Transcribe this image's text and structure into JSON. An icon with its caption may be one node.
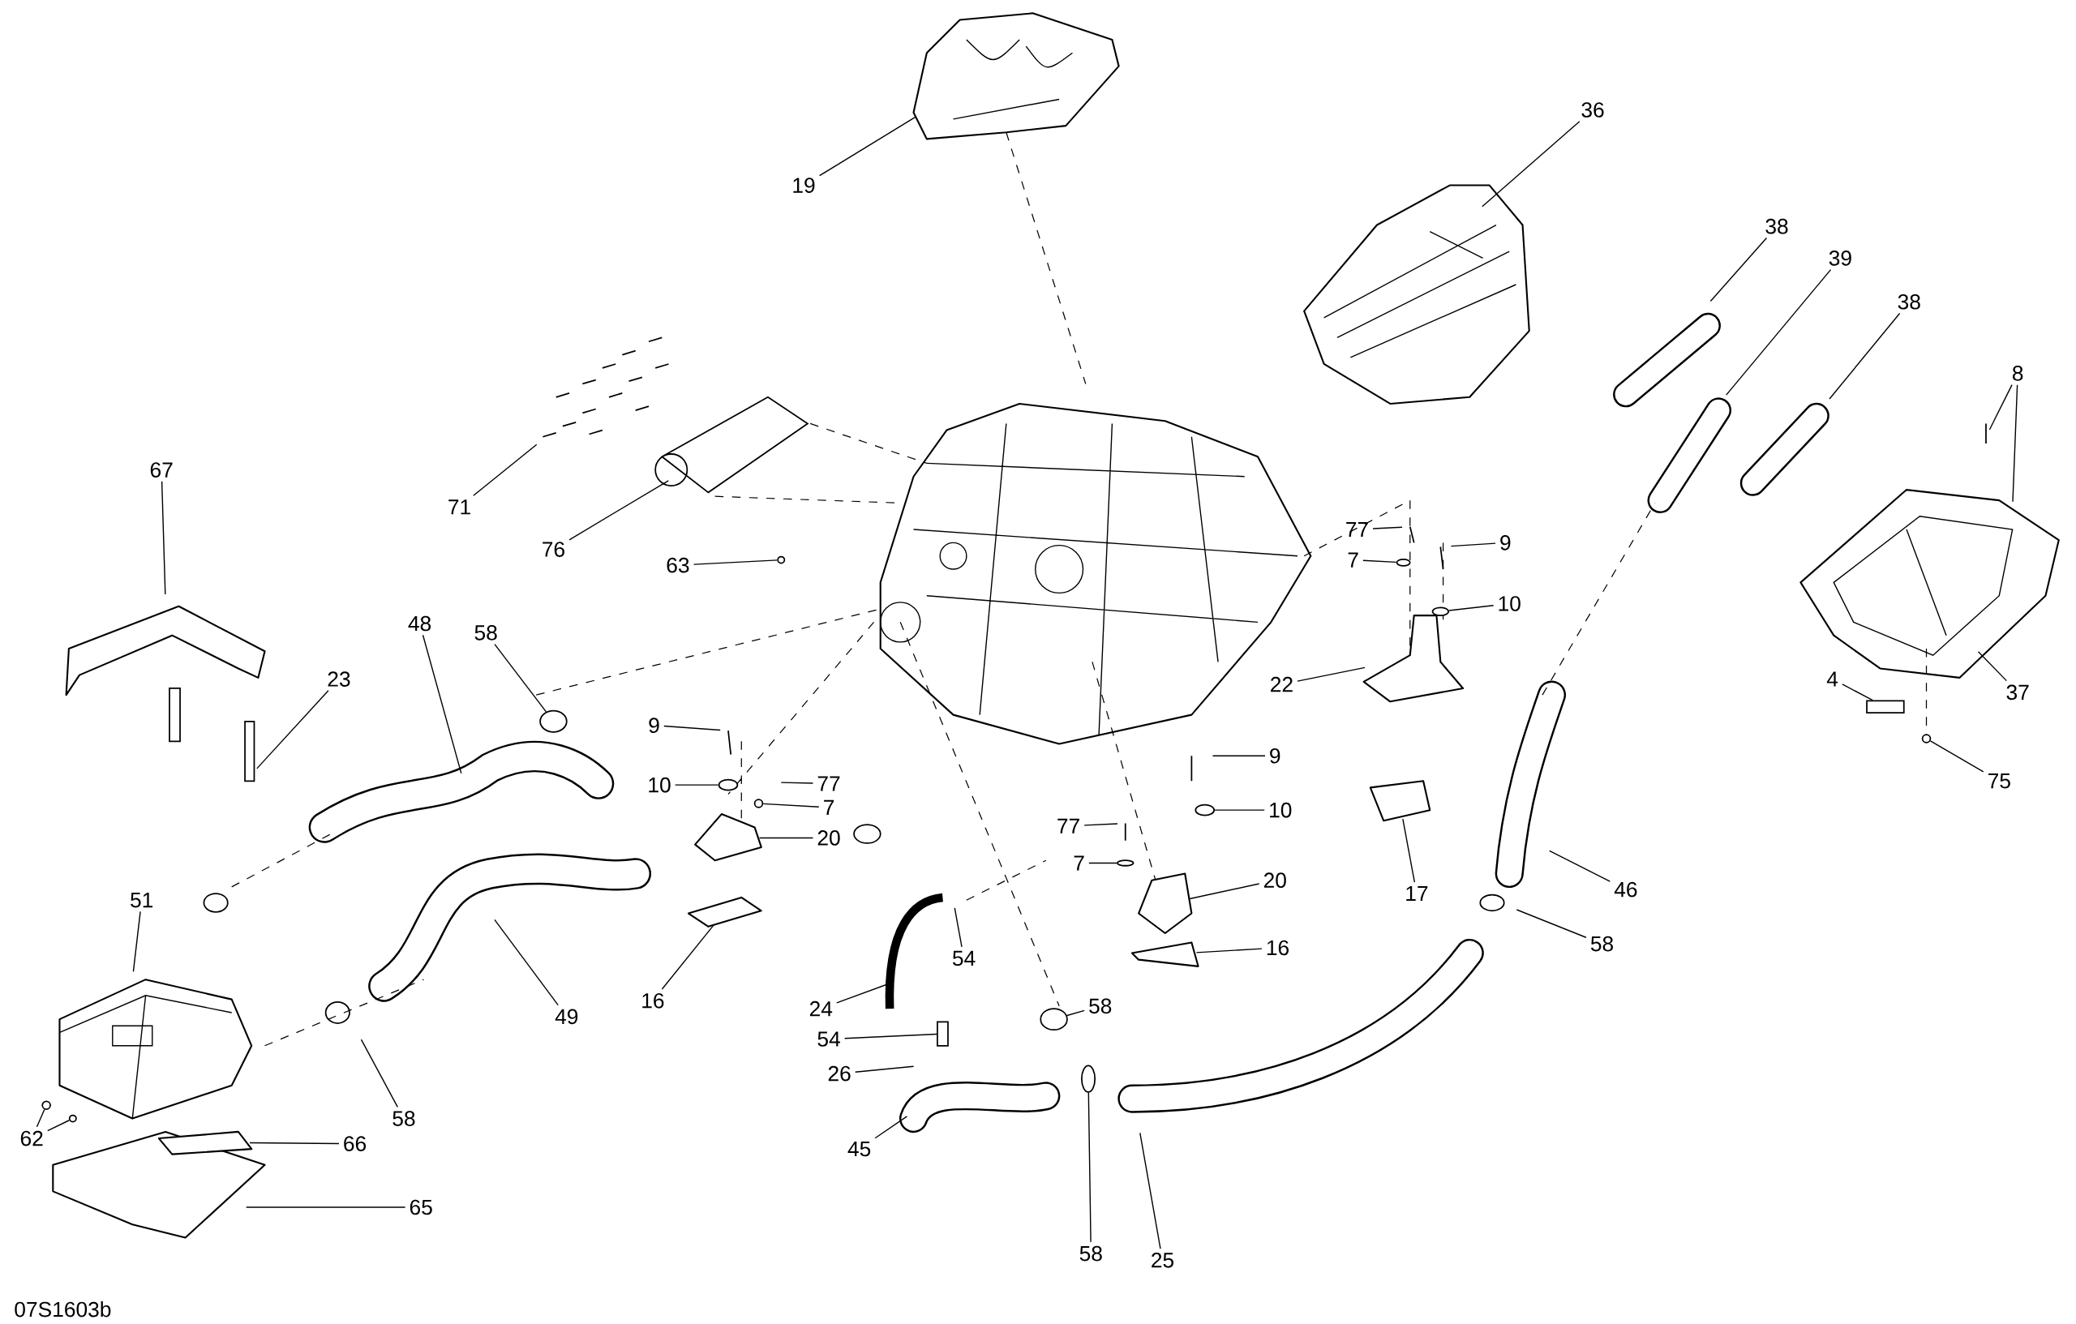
{
  "diagram": {
    "nodes": [
      {
        "text": [
          "36"
        ]
      },
      {
        "text": [
          "19"
        ]
      },
      {
        "text": [
          "38"
        ]
      },
      {
        "text": [
          "39"
        ]
      },
      {
        "text": [
          "38"
        ]
      },
      {
        "text": [
          "8"
        ]
      },
      {
        "text": [
          "67"
        ]
      },
      {
        "text": [
          "71"
        ]
      },
      {
        "text": [
          "77"
        ]
      },
      {
        "text": [
          "9"
        ]
      },
      {
        "text": [
          "76"
        ]
      },
      {
        "text": [
          "7"
        ]
      },
      {
        "text": [
          "63"
        ]
      },
      {
        "text": [
          "10"
        ]
      },
      {
        "text": [
          "48"
        ]
      },
      {
        "text": [
          "58"
        ]
      },
      {
        "text": [
          "4"
        ]
      },
      {
        "text": [
          "23"
        ]
      },
      {
        "text": [
          "22"
        ]
      },
      {
        "text": [
          "37"
        ]
      },
      {
        "text": [
          "9"
        ]
      },
      {
        "text": [
          "9"
        ]
      },
      {
        "text": [
          "75"
        ]
      },
      {
        "text": [
          "10"
        ]
      },
      {
        "text": [
          "77"
        ]
      },
      {
        "text": [
          "7"
        ]
      },
      {
        "text": [
          "10"
        ]
      },
      {
        "text": [
          "77"
        ]
      },
      {
        "text": [
          "20"
        ]
      },
      {
        "text": [
          "7"
        ]
      },
      {
        "text": [
          "20"
        ]
      },
      {
        "text": [
          "46"
        ]
      },
      {
        "text": [
          "51"
        ]
      },
      {
        "text": [
          "17"
        ]
      },
      {
        "text": [
          "58"
        ]
      },
      {
        "text": [
          "16"
        ]
      },
      {
        "text": [
          "54"
        ]
      },
      {
        "text": [
          "16"
        ]
      },
      {
        "text": [
          "58"
        ]
      },
      {
        "text": [
          "24"
        ]
      },
      {
        "text": [
          "49"
        ]
      },
      {
        "text": [
          "54"
        ]
      },
      {
        "text": [
          "26"
        ]
      },
      {
        "text": [
          "58"
        ]
      },
      {
        "text": [
          "62"
        ]
      },
      {
        "text": [
          "66"
        ]
      },
      {
        "text": [
          "45"
        ]
      },
      {
        "text": [
          "65"
        ]
      },
      {
        "text": [
          "58"
        ]
      },
      {
        "text": [
          "25"
        ]
      },
      {
        "text": [],
        "shape": "circle"
      },
      {
        "text": [],
        "shape": "circle"
      },
      {
        "text": [],
        "shape": "circle"
      },
      {
        "text": [],
        "shape": "circle"
      },
      {
        "text": [],
        "shape": "box"
      },
      {
        "text": [],
        "shape": "circle"
      },
      {
        "text": [],
        "shape": "circle"
      },
      {
        "text": [],
        "shape": "circle"
      },
      {
        "text": [],
        "shape": "circle"
      },
      {
        "text": [],
        "shape": "circle"
      },
      {
        "text": [],
        "shape": "box"
      },
      {
        "text": [],
        "shape": "circle"
      },
      {
        "text": [],
        "shape": "circle"
      },
      {
        "text": [],
        "shape": "circle"
      },
      {
        "text": [],
        "shape": "circle"
      },
      {
        "text": [],
        "shape": "plate"
      },
      {
        "text": [],
        "shape": "plate"
      },
      {
        "text": [],
        "shape": "plate"
      },
      {
        "text": [],
        "shape": "mount"
      },
      {
        "text": [],
        "shape": "mount"
      },
      {
        "text": [],
        "shape": "plate"
      },
      {
        "text": [],
        "shape": "mount"
      }
    ],
    "edges": [
      {
        "from": 0,
        "to": null,
        "arrow": "none"
      },
      {
        "from": 1,
        "to": null,
        "arrow": "none"
      },
      {
        "from": 2,
        "to": null,
        "arrow": "none"
      },
      {
        "from": 3,
        "to": null,
        "arrow": "none"
      },
      {
        "from": 4,
        "to": null,
        "arrow": "none"
      },
      {
        "from": 5,
        "to": null,
        "arrow": "none"
      },
      {
        "from": 5,
        "to": null,
        "arrow": "none"
      },
      {
        "from": 6,
        "to": null,
        "arrow": "none"
      },
      {
        "from": 7,
        "to": null,
        "arrow": "none"
      },
      {
        "from": 8,
        "to": null,
        "arrow": "none"
      },
      {
        "from": 9,
        "to": null,
        "arrow": "none"
      },
      {
        "from": 10,
        "to": null,
        "arrow": "none"
      },
      {
        "from": 11,
        "to": 51,
        "arrow": "none"
      },
      {
        "from": 12,
        "to": 50,
        "arrow": "none"
      },
      {
        "from": 13,
        "to": 52,
        "arrow": "none"
      },
      {
        "from": 14,
        "to": null,
        "arrow": "none"
      },
      {
        "from": 15,
        "to": 53,
        "arrow": "none"
      },
      {
        "from": 16,
        "to": 54,
        "arrow": "none"
      },
      {
        "from": 17,
        "to": null,
        "arrow": "none"
      },
      {
        "from": 18,
        "to": 71,
        "arrow": "none"
      },
      {
        "from": 19,
        "to": null,
        "arrow": "none"
      },
      {
        "from": 20,
        "to": null,
        "arrow": "none"
      },
      {
        "from": 21,
        "to": null,
        "arrow": "none"
      },
      {
        "from": 22,
        "to": 55,
        "arrow": "none"
      },
      {
        "from": 23,
        "to": 56,
        "arrow": "none"
      },
      {
        "from": 24,
        "to": null,
        "arrow": "none"
      },
      {
        "from": 25,
        "to": 64,
        "arrow": "none"
      },
      {
        "from": 26,
        "to": 57,
        "arrow": "none"
      },
      {
        "from": 27,
        "to": null,
        "arrow": "none"
      },
      {
        "from": 28,
        "to": 68,
        "arrow": "none"
      },
      {
        "from": 29,
        "to": 58,
        "arrow": "none"
      },
      {
        "from": 30,
        "to": 69,
        "arrow": "none"
      },
      {
        "from": 31,
        "to": null,
        "arrow": "none"
      },
      {
        "from": 32,
        "to": null,
        "arrow": "none"
      },
      {
        "from": 33,
        "to": 70,
        "arrow": "none"
      },
      {
        "from": 34,
        "to": null,
        "arrow": "none"
      },
      {
        "from": 35,
        "to": 65,
        "arrow": "none"
      },
      {
        "from": 36,
        "to": null,
        "arrow": "none"
      },
      {
        "from": 37,
        "to": 66,
        "arrow": "none"
      },
      {
        "from": 38,
        "to": 59,
        "arrow": "none"
      },
      {
        "from": 39,
        "to": null,
        "arrow": "none"
      },
      {
        "from": 40,
        "to": null,
        "arrow": "none"
      },
      {
        "from": 41,
        "to": 60,
        "arrow": "none"
      },
      {
        "from": 42,
        "to": null,
        "arrow": "none"
      },
      {
        "from": 43,
        "to": null,
        "arrow": "none"
      },
      {
        "from": 44,
        "to": 61,
        "arrow": "none"
      },
      {
        "from": 44,
        "to": 62,
        "arrow": "none"
      },
      {
        "from": 45,
        "to": 67,
        "arrow": "none"
      },
      {
        "from": 46,
        "to": null,
        "arrow": "none"
      },
      {
        "from": 47,
        "to": null,
        "arrow": "none"
      },
      {
        "from": 48,
        "to": 63,
        "arrow": "none"
      },
      {
        "from": 49,
        "to": null,
        "arrow": "none"
      }
    ],
    "labels": [
      "07S1603b"
    ]
  }
}
